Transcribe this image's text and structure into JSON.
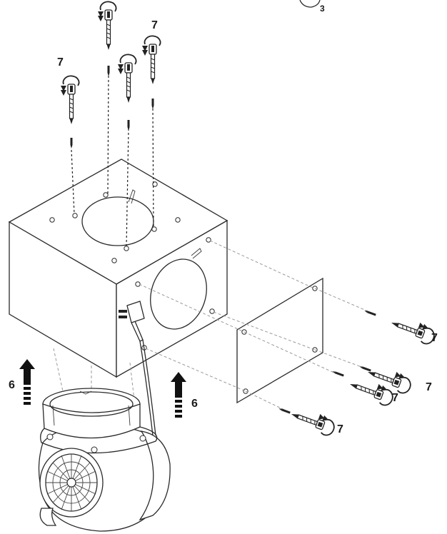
{
  "labels": {
    "step_screws": "7",
    "step_lift": "6",
    "top_ref": "3"
  },
  "colors": {
    "line": "#2a2a2a",
    "background": "#ffffff"
  },
  "icons": {
    "screw": "screw-with-rotation-arrow-icon",
    "lift": "upward-arrow-icon",
    "plug": "power-plug-icon"
  }
}
